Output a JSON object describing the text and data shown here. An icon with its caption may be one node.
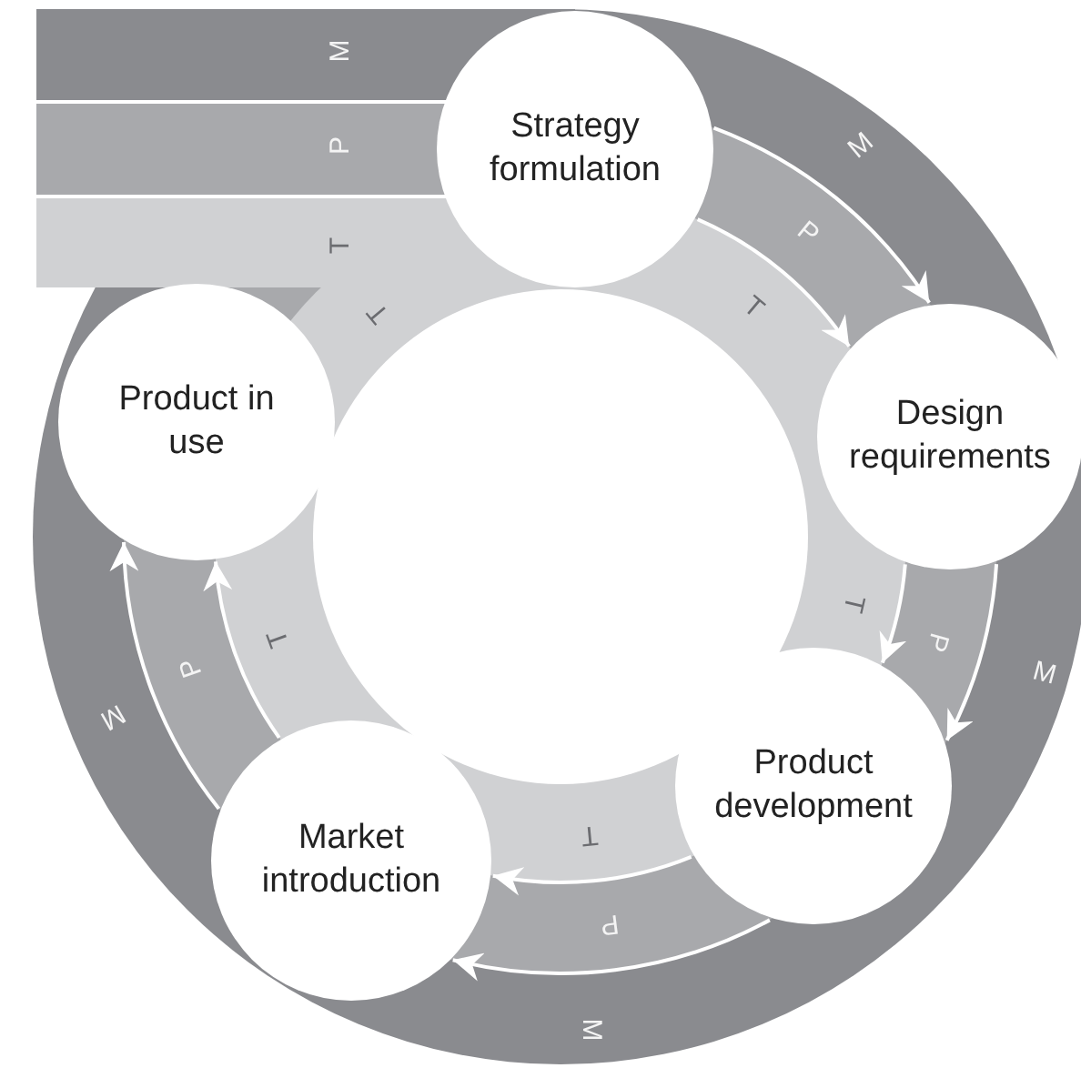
{
  "diagram": {
    "nodes": [
      {
        "text": [
          "Strategy formulation"
        ]
      },
      {
        "text": [
          "Design requirements"
        ]
      },
      {
        "text": [
          "Product development"
        ]
      },
      {
        "text": [
          "Market introduction"
        ]
      },
      {
        "text": [
          "Product in use"
        ]
      }
    ],
    "edges": [
      {
        "from": 0,
        "to": 1,
        "arrow": "to",
        "label": "T"
      },
      {
        "from": 0,
        "to": 1,
        "arrow": "to",
        "label": "P"
      },
      {
        "from": 1,
        "to": 2,
        "arrow": "to",
        "label": "T"
      },
      {
        "from": 1,
        "to": 2,
        "arrow": "to",
        "label": "P"
      },
      {
        "from": 2,
        "to": 3,
        "arrow": "to",
        "label": "T"
      },
      {
        "from": 2,
        "to": 3,
        "arrow": "to",
        "label": "P"
      },
      {
        "from": 3,
        "to": 4,
        "arrow": "to",
        "label": "T"
      },
      {
        "from": 3,
        "to": 4,
        "arrow": "to",
        "label": "P"
      }
    ],
    "labels": [
      "M",
      "M",
      "P",
      "T",
      "T",
      "M",
      "M",
      "M"
    ]
  }
}
